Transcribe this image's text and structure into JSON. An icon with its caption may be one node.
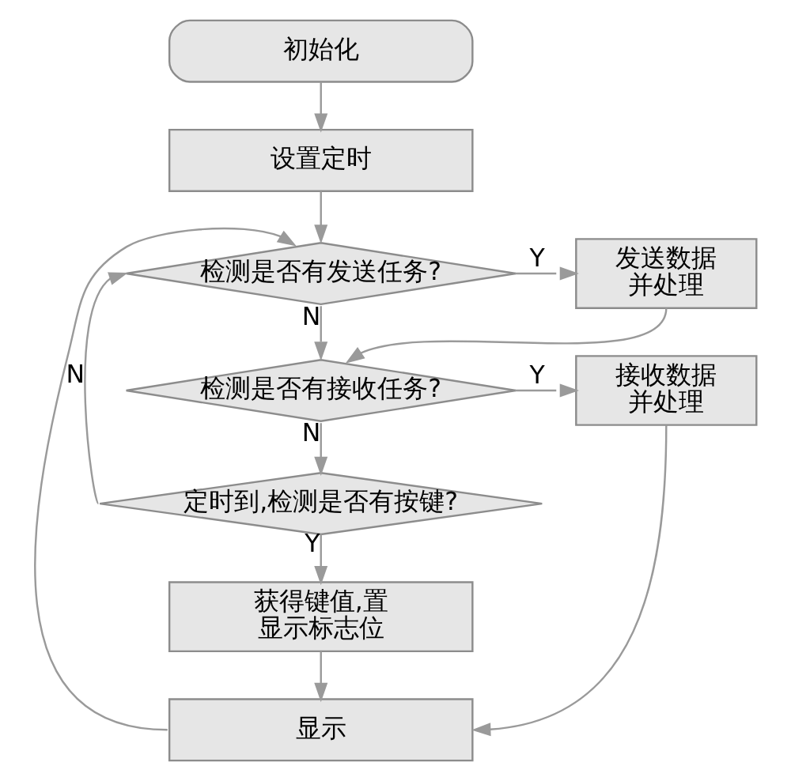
{
  "diagram": {
    "nodes": [
      {
        "text": [
          "初始化"
        ]
      },
      {
        "text": [
          "设置定时"
        ]
      },
      {
        "text": [
          "检测是否有发送任务?"
        ]
      },
      {
        "text": [
          "发送数据并处理"
        ]
      },
      {
        "text": [
          "检测是否有接收任务?"
        ]
      },
      {
        "text": [
          "接收数据并处理"
        ]
      },
      {
        "text": [
          "定时到,检测是否有按键?"
        ]
      },
      {
        "text": [
          "获得键值,置显示标志位"
        ]
      },
      {
        "text": [
          "显示"
        ]
      }
    ],
    "edges": [
      {
        "from": 0,
        "to": 1,
        "arrow": "to"
      },
      {
        "from": 1,
        "to": 2,
        "arrow": "to"
      },
      {
        "from": 2,
        "to": 3,
        "label": "Y",
        "arrow": "to"
      },
      {
        "from": 3,
        "to": 4,
        "arrow": "to"
      },
      {
        "from": 2,
        "to": 4,
        "label": "N",
        "arrow": "to"
      },
      {
        "from": 4,
        "to": 5,
        "label": "Y",
        "arrow": "to"
      },
      {
        "from": 5,
        "to": 8,
        "arrow": "to"
      },
      {
        "from": 4,
        "to": 6,
        "label": "N",
        "arrow": "to"
      },
      {
        "from": 6,
        "to": 7,
        "label": "Y",
        "arrow": "to"
      },
      {
        "from": 6,
        "to": 2,
        "label": "N",
        "arrow": "to"
      },
      {
        "from": 7,
        "to": 8,
        "arrow": "to"
      },
      {
        "from": 8,
        "to": 2,
        "arrow": "to"
      }
    ]
  }
}
